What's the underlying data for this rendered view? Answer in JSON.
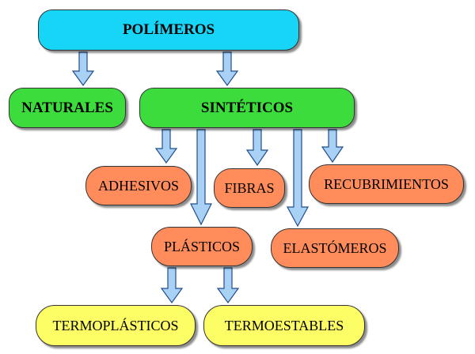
{
  "diagram": {
    "root": "POLÍMEROS",
    "natural": "NATURALES",
    "synthetic": "SINTÉTICOS",
    "adhesives": "ADHESIVOS",
    "fibers": "FIBRAS",
    "coatings": "RECUBRIMIENTOS",
    "plastics": "PLÁSTICOS",
    "elastomers": "ELASTÓMEROS",
    "thermoplastics": "TERMOPLÁSTICOS",
    "thermosets": "TERMOESTABLES"
  },
  "colors": {
    "root": "#17d5f7",
    "level1": "#3bdc3b",
    "level2": "#ff8c5a",
    "level3": "#fdfd66",
    "arrow": "#a9d0f5"
  }
}
